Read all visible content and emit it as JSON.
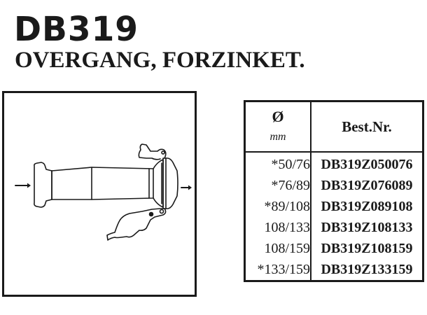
{
  "header": {
    "title": "DB319",
    "subtitle": "OVERGANG, FORZINKET."
  },
  "drawing": {
    "description": "Line drawing of a galvanized transition coupling with lever-lock clamp",
    "flow_arrows": [
      "arrow-in-left",
      "arrow-out-right"
    ]
  },
  "table": {
    "headers": {
      "diameter_symbol": "Ø",
      "diameter_unit": "mm",
      "order_number": "Best.Nr."
    },
    "rows": [
      {
        "diameter": "*50/76",
        "order_number": "DB319Z050076"
      },
      {
        "diameter": "*76/89",
        "order_number": "DB319Z076089"
      },
      {
        "diameter": "*89/108",
        "order_number": "DB319Z089108"
      },
      {
        "diameter": "108/133",
        "order_number": "DB319Z108133"
      },
      {
        "diameter": "108/159",
        "order_number": "DB319Z108159"
      },
      {
        "diameter": "*133/159",
        "order_number": "DB319Z133159"
      }
    ]
  },
  "colors": {
    "ink": "#1a1a1a",
    "background": "#ffffff"
  }
}
